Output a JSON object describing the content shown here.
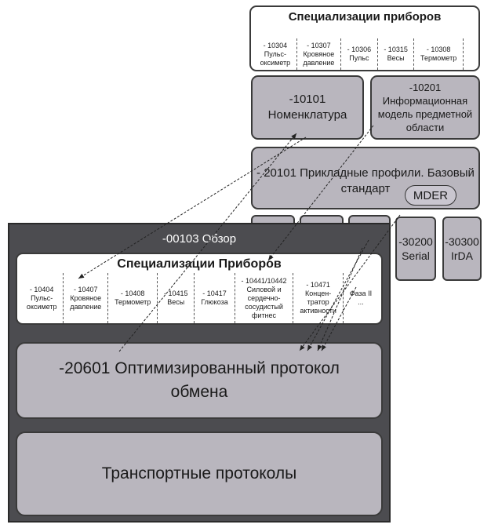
{
  "top_spec": {
    "title": "Специализации приборов",
    "items": [
      {
        "code": "- 10304",
        "name": "Пульс-\nоксиметр"
      },
      {
        "code": "- 10307",
        "name": "Кровяное\nдавление"
      },
      {
        "code": "- 10306",
        "name": "Пульс"
      },
      {
        "code": "- 10315",
        "name": "Весы"
      },
      {
        "code": "- 10308",
        "name": "Термометр"
      },
      {
        "code": "",
        "name": ""
      }
    ]
  },
  "nomenclature": "-10101\nНоменклатура",
  "info_model": "-10201\nИнформационная\nмодель предметной\nобласти",
  "base_standard": "- 20101 Прикладные профили. Базовый\nстандарт",
  "mder": "MDER",
  "transport_small": [
    "-30200\nSerial",
    "-30300\nIrDA"
  ],
  "overview": "-00103 Обзор",
  "inner_spec": {
    "title": "Специализации Приборов",
    "items": [
      {
        "code": "- 10404",
        "name": "Пульс-\nоксиметр"
      },
      {
        "code": "- 10407",
        "name": "Кровяное\nдавление"
      },
      {
        "code": "- 10408",
        "name": "Термометр"
      },
      {
        "code": "- 10415",
        "name": "Весы"
      },
      {
        "code": "- 10417",
        "name": "Глюкоза"
      },
      {
        "code": "- 10441/10442",
        "name": "Силовой и\nсердечно-\nсосудистый\nфитнес"
      },
      {
        "code": "- 10471",
        "name": "Концен-\nтратор\nактивности"
      },
      {
        "code": "",
        "name": "Фаза II\n..."
      }
    ]
  },
  "protocol": "-20601 Оптимизированный протокол\nобмена",
  "transport": "Транспортные протоколы"
}
